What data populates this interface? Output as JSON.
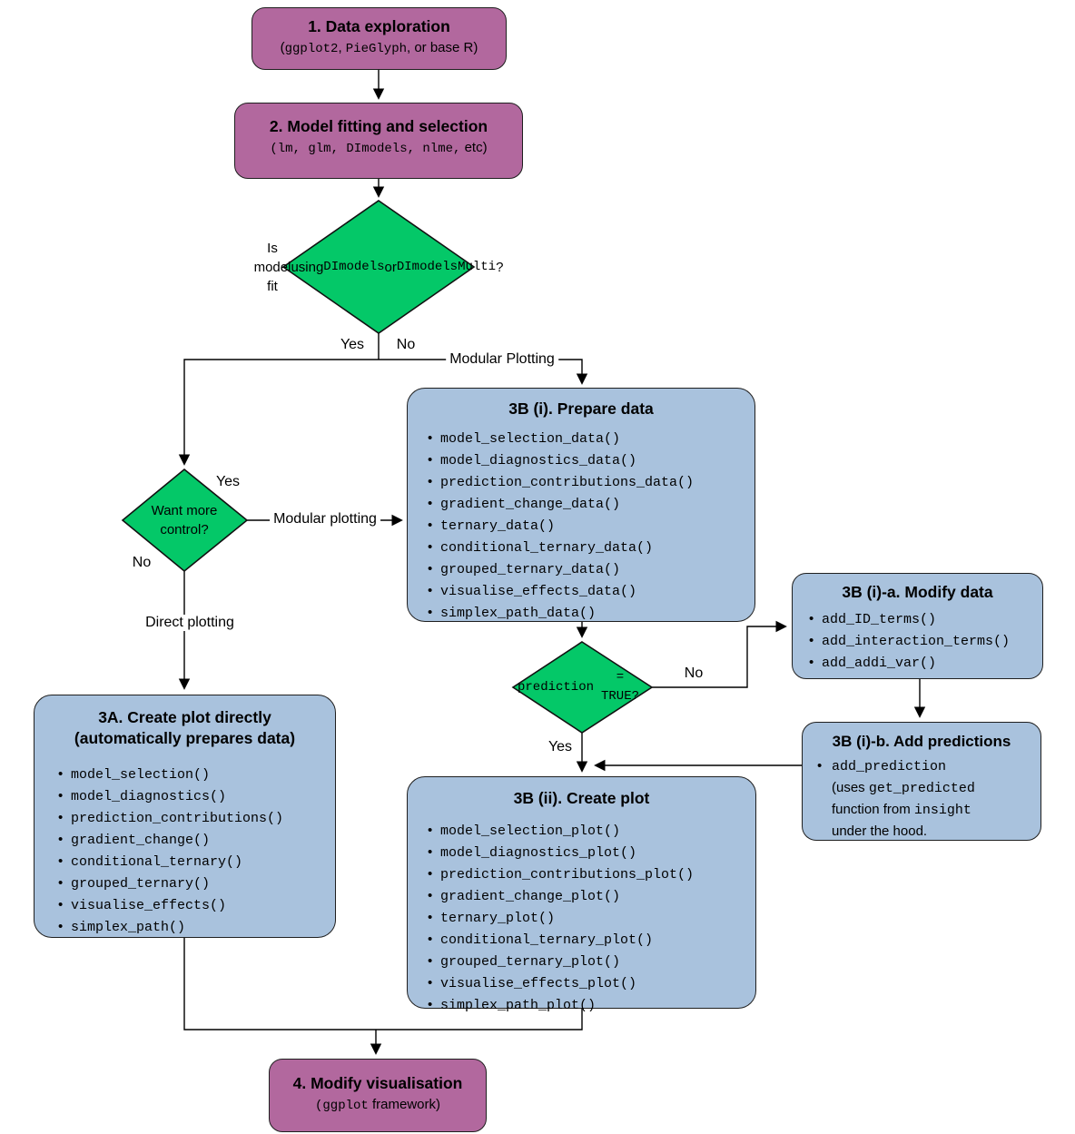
{
  "palette": {
    "stage_box": "#b2689e",
    "function_box": "#a9c2dd",
    "decision_diamond": "#04c868",
    "line": "#000000",
    "text": "#000000"
  },
  "bullet_char": "•",
  "nodes": {
    "explore": {
      "title": "1. Data exploration",
      "subtitle": [
        {
          "t": "("
        },
        {
          "t": "ggplot2",
          "m": true
        },
        {
          "t": ", "
        },
        {
          "t": "PieGlyph",
          "m": true
        },
        {
          "t": ", or base R)"
        }
      ]
    },
    "model_fit": {
      "title": "2. Model fitting and selection",
      "subtitle": [
        {
          "t": "(lm, glm, DImodels, nlme,",
          "m": true
        },
        {
          "t": " etc)"
        }
      ]
    },
    "decision_dimodels": {
      "segments": [
        {
          "t": "Is model fit"
        },
        {
          "br": true
        },
        {
          "t": "using "
        },
        {
          "t": "DImodels",
          "m": true
        },
        {
          "t": " or"
        },
        {
          "br": true
        },
        {
          "t": "DImodelsMulti",
          "m": true
        },
        {
          "t": "?"
        }
      ]
    },
    "decision_control": {
      "text": "Want more control?"
    },
    "prepare_data": {
      "title": "3B (i). Prepare data",
      "items": [
        "model_selection_data()",
        "model_diagnostics_data()",
        "prediction_contributions_data()",
        "gradient_change_data()",
        "ternary_data()",
        "conditional_ternary_data()",
        "grouped_ternary_data()",
        "visualise_effects_data()",
        "simplex_path_data()"
      ]
    },
    "modify_data": {
      "title": "3B (i)-a. Modify data",
      "items": [
        "add_ID_terms()",
        "add_interaction_terms()",
        "add_addi_var()"
      ]
    },
    "decision_prediction": {
      "segments": [
        {
          "t": "prediction",
          "m": true
        },
        {
          "br": true
        },
        {
          "t": "= TRUE?",
          "m": true
        }
      ]
    },
    "add_predictions": {
      "title": "3B (i)-b. Add predictions",
      "segments": [
        {
          "t": "add_prediction",
          "m": true
        },
        {
          "br": true
        },
        {
          "t": "(uses "
        },
        {
          "t": "get_predicted",
          "m": true
        },
        {
          "br": true
        },
        {
          "t": "function from "
        },
        {
          "t": "insight",
          "m": true
        },
        {
          "br": true
        },
        {
          "t": "under the hood."
        }
      ]
    },
    "direct_plot": {
      "title": "3A. Create plot directly (automatically prepares data)",
      "items": [
        "model_selection()",
        "model_diagnostics()",
        "prediction_contributions()",
        "gradient_change()",
        "conditional_ternary()",
        "grouped_ternary()",
        "visualise_effects()",
        "simplex_path()"
      ]
    },
    "create_plot": {
      "title": "3B (ii). Create plot",
      "items": [
        "model_selection_plot()",
        "model_diagnostics_plot()",
        "prediction_contributions_plot()",
        "gradient_change_plot()",
        "ternary_plot()",
        "conditional_ternary_plot()",
        "grouped_ternary_plot()",
        "visualise_effects_plot()",
        "simplex_path_plot()"
      ]
    },
    "modify_vis": {
      "title": "4. Modify visualisation",
      "subtitle": [
        {
          "t": "(ggplot",
          "m": true
        },
        {
          "t": " framework)"
        }
      ]
    }
  },
  "labels": {
    "d1_yes": "Yes",
    "d1_no": "No",
    "modular_plotting_top": "Modular Plotting",
    "d2_yes": "Yes",
    "d2_no": "No",
    "modular_plotting_mid": "Modular plotting",
    "direct_plotting": "Direct plotting",
    "d3_no": "No",
    "d3_yes": "Yes"
  }
}
